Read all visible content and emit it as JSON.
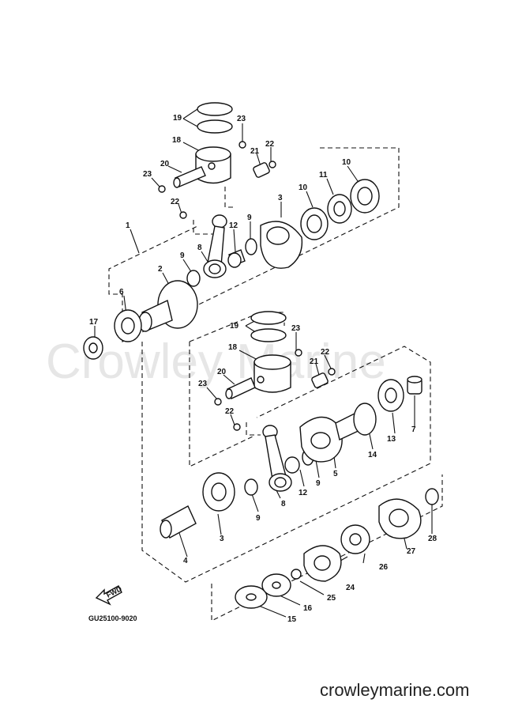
{
  "watermark": "Crowley Marine",
  "site": "crowleymarine.com",
  "diagram_code": "GU25100-9020",
  "fwd_label": "FWD",
  "parts": {
    "p1": "1",
    "p2": "2",
    "p3a": "3",
    "p3b": "3",
    "p4": "4",
    "p5": "5",
    "p6": "6",
    "p7": "7",
    "p8a": "8",
    "p8b": "8",
    "p9a": "9",
    "p9b": "9",
    "p9c": "9",
    "p9d": "9",
    "p10a": "10",
    "p10b": "10",
    "p11": "11",
    "p12a": "12",
    "p12b": "12",
    "p13": "13",
    "p14": "14",
    "p15": "15",
    "p16": "16",
    "p17": "17",
    "p18a": "18",
    "p18b": "18",
    "p19a": "19",
    "p19b": "19",
    "p20a": "20",
    "p20b": "20",
    "p21a": "21",
    "p21b": "21",
    "p22a": "22",
    "p22b": "22",
    "p22c": "22",
    "p22d": "22",
    "p23a": "23",
    "p23b": "23",
    "p23c": "23",
    "p23d": "23",
    "p24": "24",
    "p25": "25",
    "p26": "26",
    "p27": "27",
    "p28": "28"
  }
}
